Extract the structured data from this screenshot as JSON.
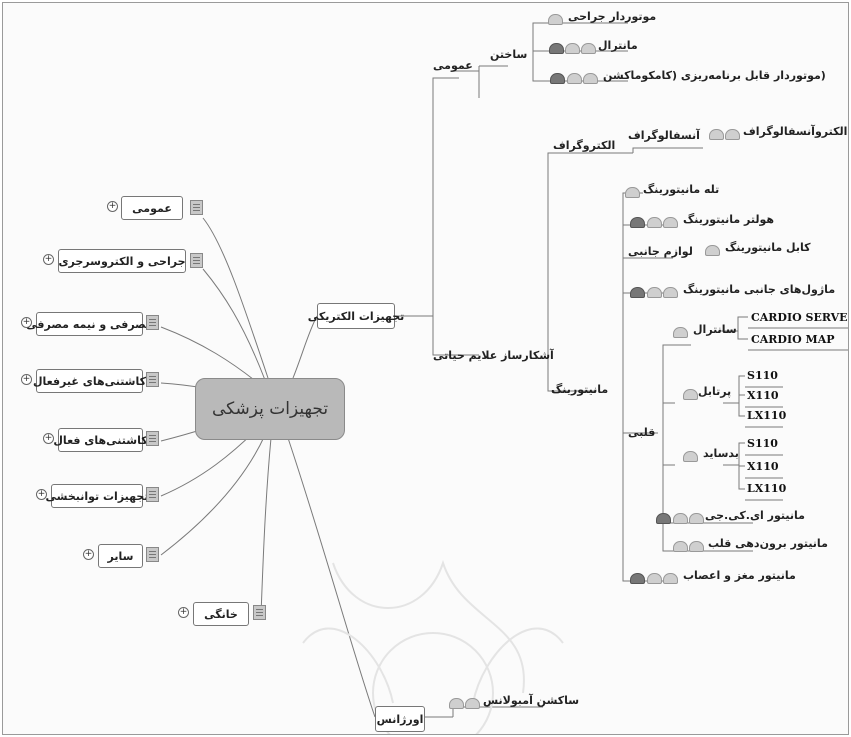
{
  "center": "تجهیزات پزشکی",
  "left_topics": [
    "عمومی",
    "جراحی و الکتروسرجری",
    "مصرفی و نیمه مصرفی",
    "کاشتنی‌های غیرفعال",
    "کاشتنی‌های فعال",
    "تجهیزات توانبخشی",
    "سایر",
    "خانگی"
  ],
  "electrical": {
    "title": "تجهیزات الکتریکی",
    "general": "عمومی",
    "construction": "ساختن",
    "surgical_motor": "موتوردار جراحی",
    "central": "مانترال",
    "programmable_motor": "(موتوردار قابل برنامه‌ریزی (کامکوماکشن",
    "detector": "آشکارساز علایم حیاتی",
    "electrograph": "الکتروگراف",
    "esophagograph": "آنسفالوگراف",
    "electro_esophagograph": "الکتروآنسفالوگراف",
    "monitoring": "مانیتورینگ",
    "tele_monitoring": "تله مانیتورینگ",
    "holter": "هولتر مانیتورینگ",
    "accessories": "لوازم جانبی",
    "cable": "کابل مانیتورینگ",
    "modules": "ماژول‌های جانبی مانیتورینگ",
    "cardiac": "قلبی",
    "central2": "سانترال",
    "portable": "پرتابل",
    "bedside": "بدساید",
    "ecg_monitor": "مانیتور ای.کی.جی",
    "cardiac_output": "مانیتور برون‌دهی قلب",
    "brain_monitor": "مانیتور مغز و اعصاب"
  },
  "emergency": {
    "title": "اورژانس",
    "ambulance": "ساکشن آمبولانس"
  },
  "latin": {
    "cardio_server": "CARDIO SERVER",
    "cardio_map": "CARDIO MAP",
    "portable_models": [
      "S110",
      "X110",
      "LX110"
    ],
    "bedside_models": [
      "S110",
      "X110",
      "LX110"
    ]
  },
  "expand_symbol": "+"
}
